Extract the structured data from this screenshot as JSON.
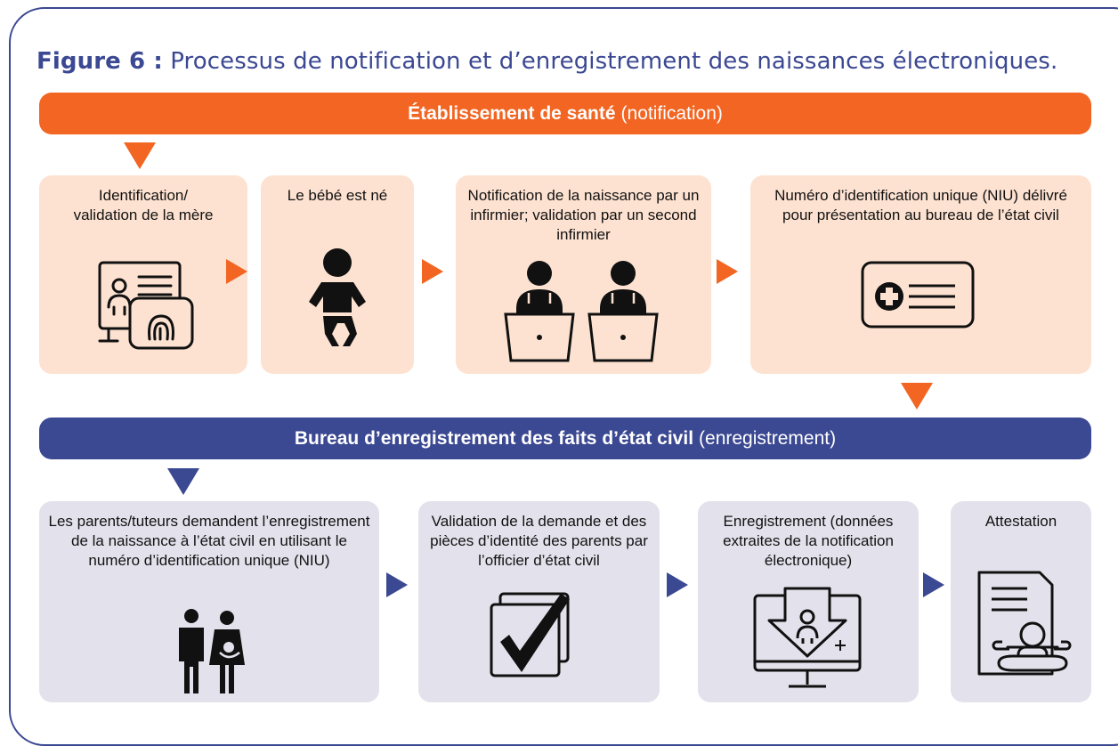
{
  "figure": {
    "label": "Figure 6 :",
    "title": "Processus de notification et d’enregistrement des naissances électroniques."
  },
  "banner_health": {
    "bold": "Établissement de santé",
    "rest": "(notification)"
  },
  "banner_registry": {
    "bold": "Bureau d’enregistrement des faits d’état civil",
    "rest": "(enregistrement)"
  },
  "notification_steps": [
    {
      "label": "Identification/\nvalidation de la mère",
      "icon": "id-card-fingerprint-icon"
    },
    {
      "label": "Le bébé est né",
      "icon": "baby-icon"
    },
    {
      "label": "Notification de la naissance par un infirmier; validation par un second infirmier",
      "icon": "nurses-laptops-icon"
    },
    {
      "label": "Numéro d’identification unique (NIU) délivré pour présentation au bureau de l’état civil",
      "icon": "health-card-icon"
    }
  ],
  "registration_steps": [
    {
      "label": "Les parents/tuteurs demandent l’enregistrement de la naissance à l’état civil en utilisant le numéro d’identification unique (NIU)",
      "icon": "family-icon"
    },
    {
      "label": "Validation de la demande et des pièces d’identité des parents par l’officier d’état civil",
      "icon": "checkmark-icon"
    },
    {
      "label": "Enregistrement (données extraites de la notification électronique)",
      "icon": "monitor-download-icon"
    },
    {
      "label": "Attestation",
      "icon": "certificate-baby-icon"
    }
  ],
  "colors": {
    "orange": "#f26522",
    "blue": "#3b4892",
    "orange_light": "#fde2d1",
    "blue_light": "#e3e2ec"
  }
}
